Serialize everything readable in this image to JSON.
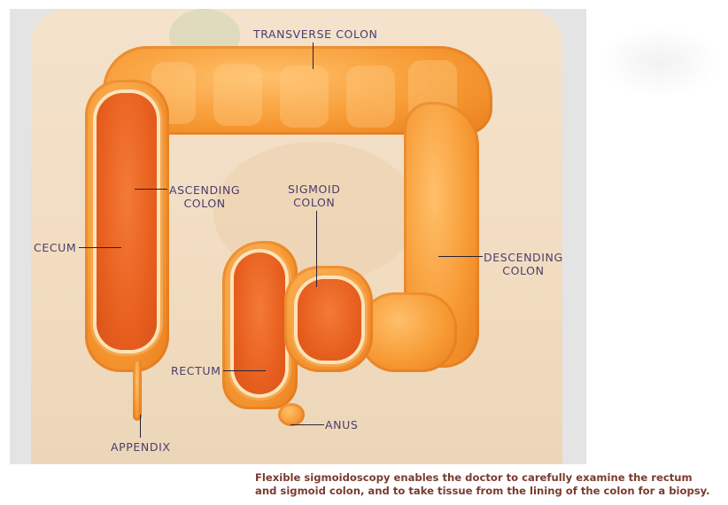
{
  "figure": {
    "title": "Colon anatomy diagram",
    "labels": {
      "transverse_colon": "TRANSVERSE COLON",
      "ascending_colon_line1": "ASCENDING",
      "ascending_colon_line2": "COLON",
      "sigmoid_colon_line1": "SIGMOID",
      "sigmoid_colon_line2": "COLON",
      "cecum": "CECUM",
      "descending_colon_line1": "DESCENDING",
      "descending_colon_line2": "COLON",
      "rectum": "RECTUM",
      "anus": "ANUS",
      "appendix": "APPENDIX"
    },
    "colors": {
      "label_text": "#4a3d6e",
      "colon_outer": "#f79b35",
      "colon_lumen": "#e8601f",
      "background_body": "#f2dec4",
      "background_panel": "#e4e4e4"
    }
  },
  "caption": {
    "line1": "Flexible sigmoidoscopy enables the doctor to carefully examine the rectum",
    "line2": "and sigmoid colon, and to take tissue from the lining of the colon for a biopsy.",
    "color": "#7a3a30"
  }
}
